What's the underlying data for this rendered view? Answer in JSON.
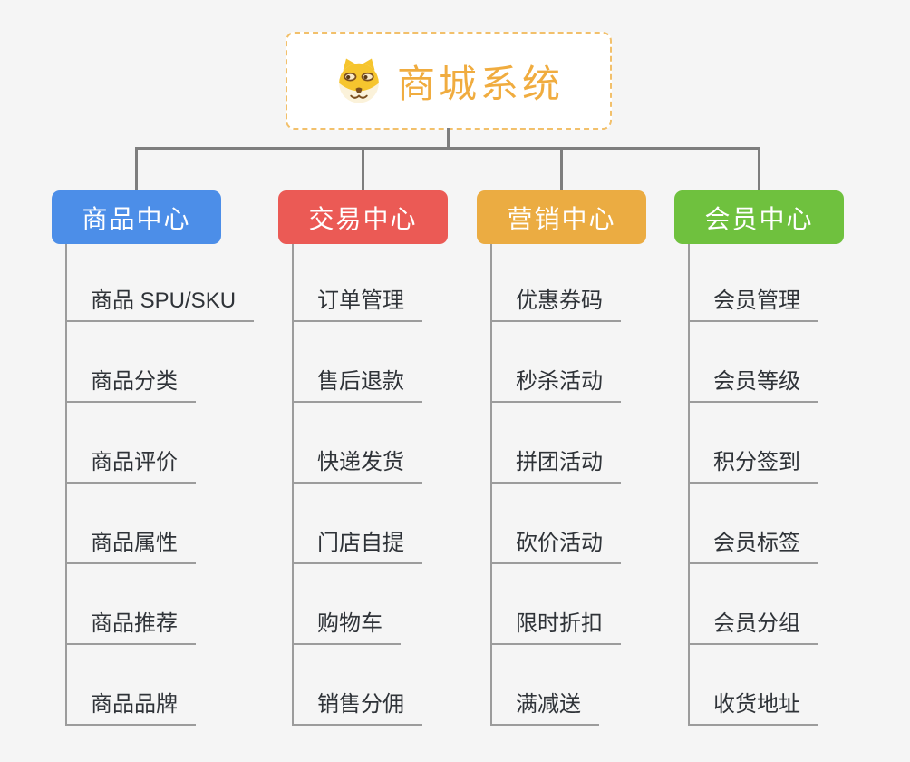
{
  "canvas_background": "#f5f5f5",
  "connector_color": "#7e7e7e",
  "branch_line_color": "#9c9c9c",
  "root": {
    "title": "商城系统",
    "icon": "dog-face-icon",
    "text_color": "#f0ac3f",
    "border_color": "#f2c06b"
  },
  "branches": [
    {
      "label": "商品中心",
      "color": "#4c8ee8",
      "children": [
        "商品 SPU/SKU",
        "商品分类",
        "商品评价",
        "商品属性",
        "商品推荐",
        "商品品牌"
      ]
    },
    {
      "label": "交易中心",
      "color": "#eb5a55",
      "children": [
        "订单管理",
        "售后退款",
        "快递发货",
        "门店自提",
        "购物车",
        "销售分佣"
      ]
    },
    {
      "label": "营销中心",
      "color": "#ebac42",
      "children": [
        "优惠券码",
        "秒杀活动",
        "拼团活动",
        "砍价活动",
        "限时折扣",
        "满减送"
      ]
    },
    {
      "label": "会员中心",
      "color": "#6fc13e",
      "children": [
        "会员管理",
        "会员等级",
        "积分签到",
        "会员标签",
        "会员分组",
        "收货地址"
      ]
    }
  ]
}
